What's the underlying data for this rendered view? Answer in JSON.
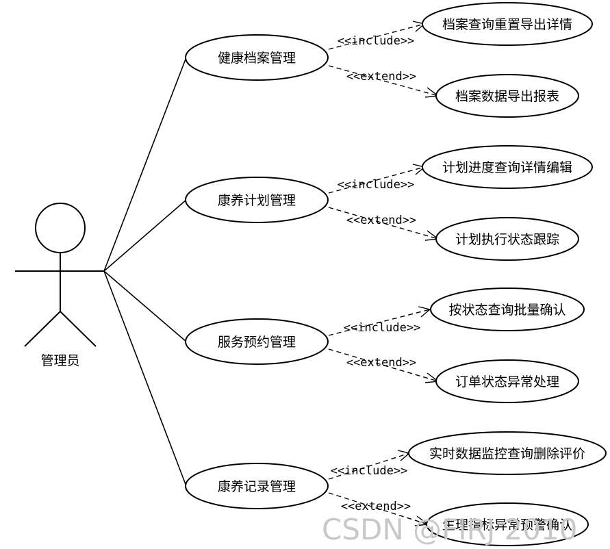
{
  "actor": {
    "label": "管理员"
  },
  "modules": [
    {
      "label": "健康档案管理",
      "include": {
        "stereotype": "<<include>>",
        "target": "档案查询重置导出详情"
      },
      "extend": {
        "stereotype": "<<extend>>",
        "target": "档案数据导出报表"
      }
    },
    {
      "label": "康养计划管理",
      "include": {
        "stereotype": "<<include>>",
        "target": "计划进度查询详情编辑"
      },
      "extend": {
        "stereotype": "<<extend>>",
        "target": "计划执行状态跟踪"
      }
    },
    {
      "label": "服务预约管理",
      "include": {
        "stereotype": "<<include>>",
        "target": "按状态查询批量确认"
      },
      "extend": {
        "stereotype": "<<extend>>",
        "target": "订单状态异常处理"
      }
    },
    {
      "label": "康养记录管理",
      "include": {
        "stereotype": "<<include>>",
        "target": "实时数据监控查询删除评价"
      },
      "extend": {
        "stereotype": "<<extend>>",
        "target": "生理指标异常预警确认"
      }
    }
  ],
  "watermark": "CSDN @FIRJ 2010"
}
